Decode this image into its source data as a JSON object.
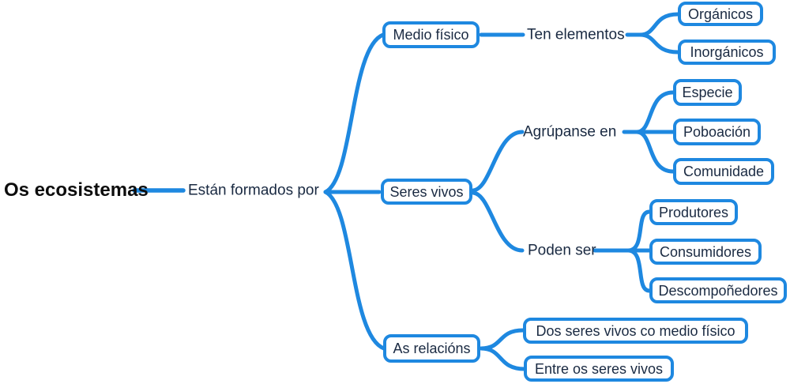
{
  "colors": {
    "line_blue": "#1e88e0",
    "text_navy": "#1a2a42",
    "root_black": "#0d0d0d",
    "background": "#ffffff"
  },
  "mindmap": {
    "root": {
      "label": "Os ecosistemas"
    },
    "root_connector": {
      "label": "Están formados por"
    },
    "branches": [
      {
        "label": "Medio físico",
        "connector": {
          "label": "Ten elementos"
        },
        "children": [
          {
            "label": "Orgánicos"
          },
          {
            "label": "Inorgánicos"
          }
        ]
      },
      {
        "label": "Seres vivos",
        "sub_branches": [
          {
            "connector": {
              "label": "Agrúpanse en"
            },
            "children": [
              {
                "label": "Especie"
              },
              {
                "label": "Poboación"
              },
              {
                "label": "Comunidade"
              }
            ]
          },
          {
            "connector": {
              "label": "Poden ser"
            },
            "children": [
              {
                "label": "Produtores"
              },
              {
                "label": "Consumidores"
              },
              {
                "label": "Descompoñedores"
              }
            ]
          }
        ]
      },
      {
        "label": "As relacións",
        "children": [
          {
            "label": "Dos seres vivos co medio físico"
          },
          {
            "label": "Entre os seres vivos"
          }
        ]
      }
    ]
  }
}
